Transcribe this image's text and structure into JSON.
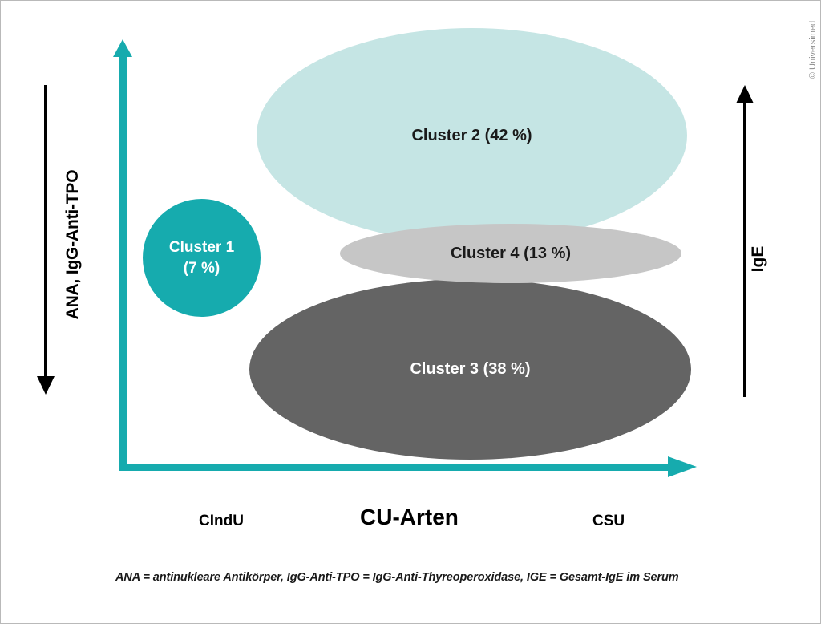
{
  "figure": {
    "copyright": "© Universimed",
    "footnote": "ANA = antinukleare Antikörper, IgG-Anti-TPO = IgG-Anti-Thyreoperoxidase, IGE = Gesamt-IgE im Serum"
  },
  "axes": {
    "x_title": "CU-Arten",
    "x_left_label": "CIndU",
    "x_right_label": "CSU",
    "y_left_label": "ANA, IgG-Anti-TPO",
    "y_left_direction": "down",
    "y_right_label": "IgE",
    "y_right_direction": "up",
    "axis_color": "#16abae",
    "indicator_arrow_color": "#000000"
  },
  "clusters": [
    {
      "id": "cluster-1",
      "label": "Cluster 1",
      "percent_label": "(7 %)",
      "percent": 7,
      "shape": "circle",
      "color": "#16abae",
      "text_color": "#ffffff"
    },
    {
      "id": "cluster-2",
      "label": "Cluster 2 (42 %)",
      "percent": 42,
      "shape": "ellipse",
      "color": "#c5e5e4",
      "text_color": "#1a1a1a"
    },
    {
      "id": "cluster-3",
      "label": "Cluster 3 (38 %)",
      "percent": 38,
      "shape": "ellipse",
      "color": "#646464",
      "text_color": "#ffffff"
    },
    {
      "id": "cluster-4",
      "label": "Cluster 4 (13 %)",
      "percent": 13,
      "shape": "ellipse",
      "color": "#c6c6c6",
      "text_color": "#1a1a1a"
    }
  ],
  "chart_data": {
    "type": "scatter",
    "title": "",
    "xlabel": "CU-Arten",
    "ylabel": "ANA, IgG-Anti-TPO / IgE",
    "categories": [
      "Cluster 1",
      "Cluster 2",
      "Cluster 3",
      "Cluster 4"
    ],
    "values": [
      7,
      42,
      38,
      13
    ],
    "value_unit": "%",
    "grid": false,
    "legend": "none",
    "xtick_labels": [
      "CIndU",
      "CSU"
    ],
    "annotations": [
      "ANA, IgG-Anti-TPO increases downward (left axis)",
      "IgE increases upward (right axis)"
    ]
  }
}
